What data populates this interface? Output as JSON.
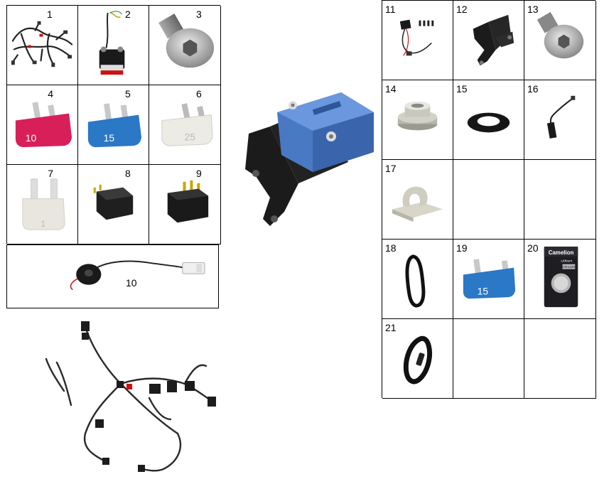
{
  "parts_left": [
    {
      "number": "1",
      "icon": "wire-harness-icon"
    },
    {
      "number": "2",
      "icon": "solenoid-relay-icon"
    },
    {
      "number": "3",
      "icon": "button-head-screw-icon"
    },
    {
      "number": "4",
      "icon": "mini-fuse-icon",
      "fuse_label": "10",
      "color": "#d81f5a"
    },
    {
      "number": "5",
      "icon": "mini-fuse-icon",
      "fuse_label": "15",
      "color": "#2a78c6"
    },
    {
      "number": "6",
      "icon": "mini-fuse-icon",
      "fuse_label": "25",
      "color": "#ecebe4"
    },
    {
      "number": "7",
      "icon": "mini-fuse-icon",
      "fuse_label": "1",
      "color": "#e9e6df"
    },
    {
      "number": "8",
      "icon": "relay-icon"
    },
    {
      "number": "9",
      "icon": "relay-icon"
    }
  ],
  "part_10": {
    "number": "10",
    "icon": "buzzer-with-connector-icon"
  },
  "parts_right": [
    {
      "number": "11",
      "icon": "wiring-kit-icon"
    },
    {
      "number": "12",
      "icon": "mounting-bracket-icon"
    },
    {
      "number": "13",
      "icon": "button-head-screw-icon"
    },
    {
      "number": "14",
      "icon": "spacer-bushing-icon"
    },
    {
      "number": "15",
      "icon": "rubber-washer-icon"
    },
    {
      "number": "16",
      "icon": "sensor-cable-icon"
    },
    {
      "number": "17",
      "icon": "cable-clip-icon"
    },
    {
      "number": "",
      "icon": ""
    },
    {
      "number": "",
      "icon": ""
    },
    {
      "number": "18",
      "icon": "rubber-strap-icon"
    },
    {
      "number": "19",
      "icon": "mini-fuse-icon",
      "fuse_label": "15",
      "color": "#2a78c6"
    },
    {
      "number": "20",
      "icon": "coin-battery-icon",
      "brand": "Camelion",
      "sub": "Lithium",
      "model": "CR1220"
    },
    {
      "number": "21",
      "icon": "wrist-band-icon"
    },
    {
      "number": "",
      "icon": ""
    },
    {
      "number": "",
      "icon": ""
    }
  ],
  "assembly": {
    "icon": "module-with-bracket-icon",
    "color": "#4a79c4"
  },
  "harness": {
    "icon": "main-wiring-harness-icon"
  }
}
